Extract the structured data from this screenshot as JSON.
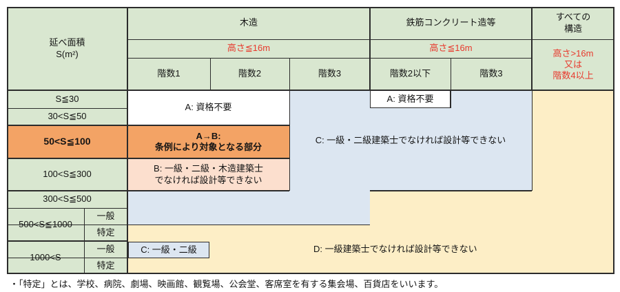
{
  "colors": {
    "green": "#d9e7d0",
    "orange": "#f3a365",
    "pink": "#fcdfce",
    "blue": "#dce6f1",
    "yellow": "#fdeec6",
    "red": "#e8392d",
    "border": "#2b2b2b",
    "text": "#141414",
    "white": "#ffffff"
  },
  "header": {
    "area": {
      "line1": "延べ面積",
      "line2": "S(m²)"
    },
    "wood": "木造",
    "rc": "鉄筋コンクリート造等",
    "all": {
      "line1": "すべての",
      "line2": "構造"
    },
    "height_wood": "高さ≦16m",
    "height_rc": "高さ≦16m",
    "height_all": {
      "line1": "高さ>16m",
      "line2": "又は",
      "line3": "階数4以上"
    },
    "floors": {
      "wood1": "階数1",
      "wood2": "階数2",
      "wood3": "階数3",
      "rc2": "階数2以下",
      "rc3": "階数3"
    }
  },
  "rows": {
    "r1": "S≦30",
    "r2": "30<S≦50",
    "r3": "50<S≦100",
    "r4": "100<S≦300",
    "r5": "300<S≦500",
    "r6": "500<S≦1000",
    "r7": "1000<S",
    "general": "一般",
    "specific": "特定"
  },
  "cells": {
    "a_wood": "A: 資格不要",
    "ab": {
      "line1": "A→B:",
      "line2": "条例により対象となる部分"
    },
    "b": {
      "line1": "B: 一級・二級・木造建築士",
      "line2": "でなければ設計等できない"
    },
    "a_rc": "A: 資格不要",
    "c_large": "C: 一級・二級建築士でなければ設計等できない",
    "c_small": "C: 一級・二級",
    "d_large": "D: 一級建築士でなければ設計等できない"
  },
  "note": "・「特定」とは、学校、病院、劇場、映画館、観覧場、公会堂、客席室を有する集会場、百貨店をいいます。"
}
